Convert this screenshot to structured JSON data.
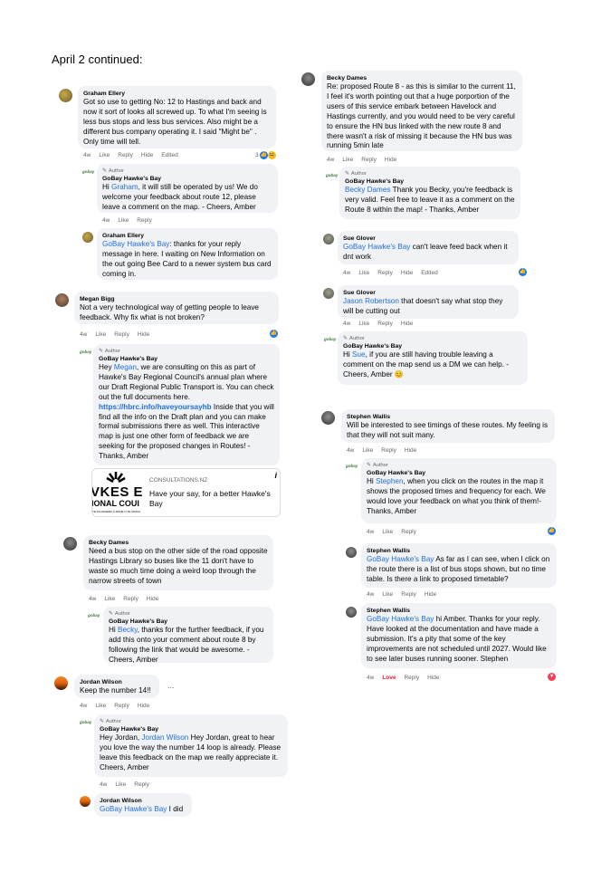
{
  "heading": "April 2 continued:",
  "author_tag": "Author",
  "page_name": "GoBay Hawke's Bay",
  "actions": {
    "time": "4w",
    "like": "Like",
    "reply": "Reply",
    "hide": "Hide",
    "edited": "Edited",
    "love": "Love"
  },
  "logo_text": "gobay",
  "colors": {
    "bubble": "#f0f2f5",
    "link": "#216fdb",
    "like": "#1877f2",
    "love": "#f33e58"
  },
  "c1": {
    "name": "Graham Ellery",
    "text": "Got so use to getting No: 12 to Hastings and back and now it sort of looks all screwed up. To what I'm seeing is less bus stops and less bus services. Also might be a different bus company operating it. I said \"Might be\" . Only time will tell.",
    "react_count": "3"
  },
  "c2": {
    "m": "Graham",
    "a": "Hi ",
    "b": ", it will still be operated by us! We do welcome your feedback about route 12, please leave a comment on the map. - Cheers, Amber"
  },
  "c3": {
    "name": "Graham Ellery",
    "m": "GoBay Hawke's Bay",
    "b": ": thanks for your reply message in here. I waiting on New Information on the out going Bee Card to a newer system bus card coming in."
  },
  "c4": {
    "name": "Megan Bigg",
    "text": "Not a very technological way of getting people to leave feedback. Why fix what is not broken?"
  },
  "c5": {
    "a": "Hey ",
    "m": "Megan",
    "b": ", we are consulting on this as part of Hawke's Bay Regional Council's annual plan where our Draft Regional Public Transport is. You can check out the full documents here.",
    "link": "https://hbrc.info/haveyoursayhb",
    "c": " Inside that you will find all the info on the Draft plan and you can make formal submissions there as well. This interactive map is just one other form of feedback we are seeking for the proposed changes in Routes! - Thanks, Amber"
  },
  "card": {
    "site": "CONSULTATIONS.NZ",
    "title": "Have your say, for a better Hawke's Bay",
    "art_line1": "VKES E",
    "art_line2": "IONAL COUI",
    "art_line3": "TE KAUNIHERA Ā-ROHE O TE MATAU"
  },
  "c6": {
    "name": "Becky Dames",
    "text": "Need a bus stop on the other side of the road opposite Hastings Library so buses like the 11 don't have to waste so much time doing a weird loop through the narrow streets of town"
  },
  "c7": {
    "a": "Hi ",
    "m": "Becky",
    "b": ", thanks for the further feedback, if you add this onto your comment about route 8 by following the link that would be awesome. - Cheers, Amber"
  },
  "c8": {
    "name": "Jordan Wilson",
    "text": "Keep the number 14!!",
    "dots": "..."
  },
  "c9": {
    "a": "Hey Jordan, ",
    "m": "Jordan Wilson",
    "b": " Hey Jordan, great to hear you love the way the number 14 loop is already. Please leave this feedback on the map we really appreciate it. Cheers, Amber"
  },
  "c10": {
    "name": "Jordan Wilson",
    "m": "GoBay Hawke's Bay",
    "b": " I did"
  },
  "r1": {
    "name": "Becky Dames",
    "text": "Re: proposed Route 8 - as this is similar to the current 11, I feel it's worth pointing out that a huge porportion of the users of this service embark between Havelock and Hastings currently, and you would need to be very careful to ensure the HN bus linked with the new route 8 and there wasn't a risk of missing it because the HN bus was running 5min late"
  },
  "r2": {
    "m": "Becky Dames",
    "b": " Thank you Becky, you're feedback is very valid. Feel free to leave it as a comment on the Route 8 within the map! - Thanks, Amber"
  },
  "r3": {
    "name": "Sue Glover",
    "m": "GoBay Hawke's Bay",
    "b": " can't leave feed back when it dnt work"
  },
  "r4": {
    "name": "Sue Glover",
    "m": "Jason Robertson",
    "b": " that doesn't say what stop they will be cutting out"
  },
  "r5": {
    "a": "Hi ",
    "m": "Sue",
    "b": ", if you are still having trouble leaving a comment on the map send us a DM we can help. - Cheers, Amber 😊"
  },
  "r6": {
    "name": "Stephen Wallis",
    "text": "Will be interested to see timings of these routes. My feeling is that they will not suit many."
  },
  "r7": {
    "a": "Hi ",
    "m": "Stephen",
    "b": ", when you click on the routes in the map it shows the proposed times and frequency for each. We would love your feedback on what you think of them!- Thanks, Amber"
  },
  "r8": {
    "name": "Stephen Wallis",
    "m": "GoBay Hawke's Bay",
    "b": " As far as I can see, when I click on the route there is a list of bus stops shown, but no time table. Is there a link to proposed timetable?"
  },
  "r9": {
    "name": "Stephen Wallis",
    "m": "GoBay Hawke's Bay",
    "b": " hi Amber. Thanks for your reply. Have looked at the documentation and have made a submission. It's a pity that some of the key improvements are not scheduled until 2027. Would like to see later buses running sooner. Stephen"
  }
}
